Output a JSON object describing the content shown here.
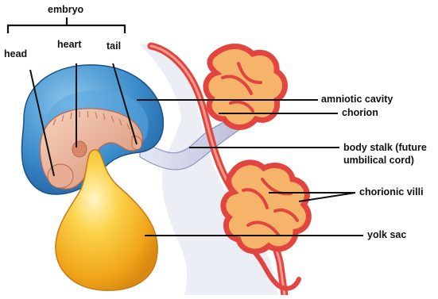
{
  "labels": {
    "embryo": "embryo",
    "head": "head",
    "heart": "heart",
    "tail": "tail",
    "amniotic_cavity": "amniotic cavity",
    "chorion": "chorion",
    "body_stalk_line1": "body stalk (future",
    "body_stalk_line2": "umbilical cord)",
    "chorionic_villi": "chorionic villi",
    "yolk_sac": "yolk sac"
  },
  "colors": {
    "amnion_blue": "#3d8fcb",
    "embryo_pink": "#e9b89f",
    "yolk_yellow": "#f3b51f",
    "chorion_red": "#e2453f",
    "villi_orange": "#f2a24a",
    "stalk_lavender": "#c7cbe3"
  }
}
